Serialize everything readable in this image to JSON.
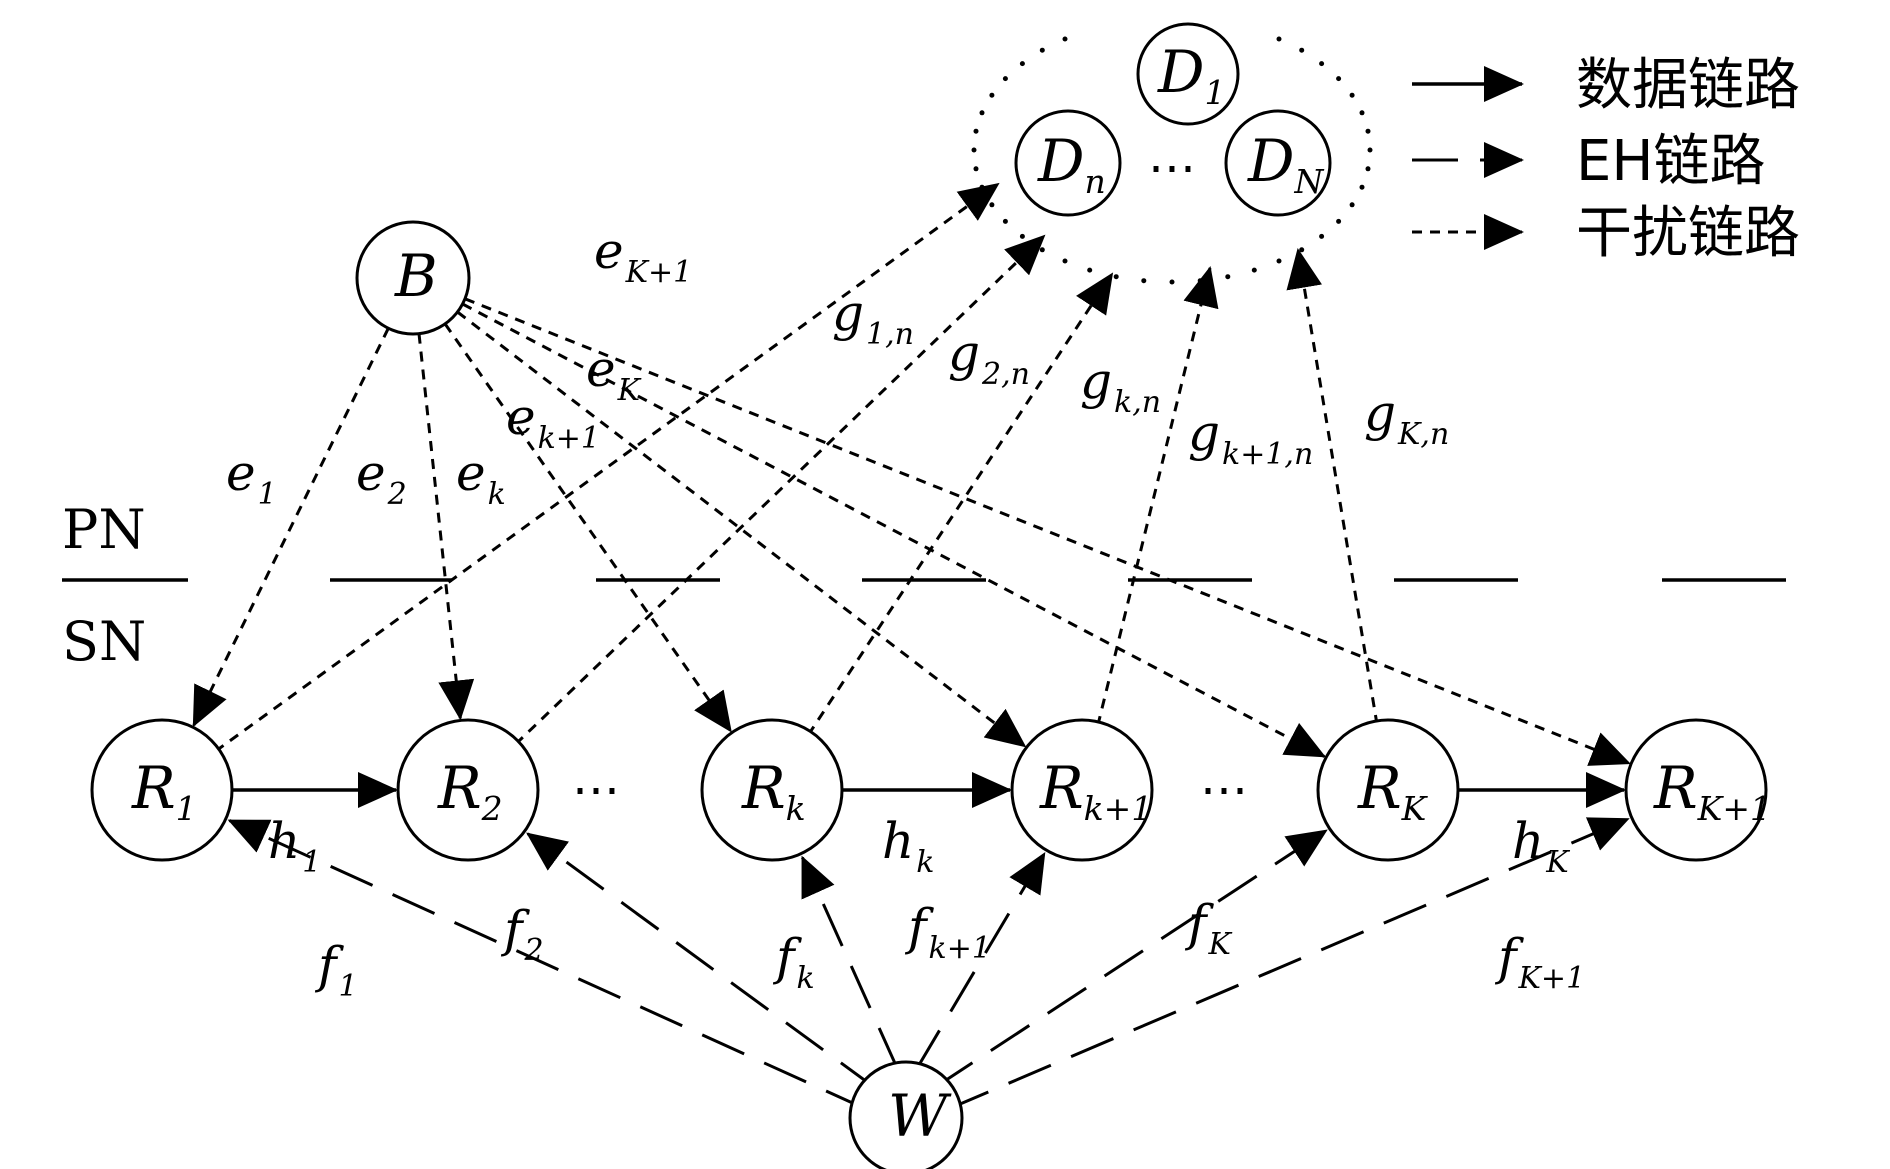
{
  "nodes": [
    {
      "id": "D1",
      "base": "D",
      "sub": "1"
    },
    {
      "id": "Dn",
      "base": "D",
      "sub": "n"
    },
    {
      "id": "DN",
      "base": "D",
      "sub": "N"
    },
    {
      "id": "B",
      "base": "B",
      "sub": ""
    },
    {
      "id": "R1",
      "base": "R",
      "sub": "1"
    },
    {
      "id": "R2",
      "base": "R",
      "sub": "2"
    },
    {
      "id": "Rk",
      "base": "R",
      "sub": "k"
    },
    {
      "id": "Rk1",
      "base": "R",
      "sub": "k+1"
    },
    {
      "id": "RK",
      "base": "R",
      "sub": "K"
    },
    {
      "id": "RK1",
      "base": "R",
      "sub": "K+1"
    },
    {
      "id": "W",
      "base": "W",
      "sub": ""
    }
  ],
  "edges": [
    {
      "from": "R1",
      "to": "R2",
      "type": "data",
      "base": "h",
      "sub": "1"
    },
    {
      "from": "Rk",
      "to": "Rk1",
      "type": "data",
      "base": "h",
      "sub": "k"
    },
    {
      "from": "RK",
      "to": "RK1",
      "type": "data",
      "base": "h",
      "sub": "K"
    },
    {
      "from": "W",
      "to": "R1",
      "type": "eh",
      "base": "f",
      "sub": "1"
    },
    {
      "from": "W",
      "to": "R2",
      "type": "eh",
      "base": "f",
      "sub": "2"
    },
    {
      "from": "W",
      "to": "Rk",
      "type": "eh",
      "base": "f",
      "sub": "k"
    },
    {
      "from": "W",
      "to": "Rk1",
      "type": "eh",
      "base": "f",
      "sub": "k+1"
    },
    {
      "from": "W",
      "to": "RK",
      "type": "eh",
      "base": "f",
      "sub": "K"
    },
    {
      "from": "W",
      "to": "RK1",
      "type": "eh",
      "base": "f",
      "sub": "K+1"
    },
    {
      "from": "B",
      "to": "R1",
      "type": "interference",
      "base": "e",
      "sub": "1"
    },
    {
      "from": "B",
      "to": "R2",
      "type": "interference",
      "base": "e",
      "sub": "2"
    },
    {
      "from": "B",
      "to": "Rk",
      "type": "interference",
      "base": "e",
      "sub": "k"
    },
    {
      "from": "B",
      "to": "Rk1",
      "type": "interference",
      "base": "e",
      "sub": "k+1"
    },
    {
      "from": "B",
      "to": "RK",
      "type": "interference",
      "base": "e",
      "sub": "K"
    },
    {
      "from": "B",
      "to": "RK1",
      "type": "interference",
      "base": "e",
      "sub": "K+1"
    },
    {
      "from": "R1",
      "to": "Dn",
      "type": "interference",
      "base": "g",
      "sub": "1,n"
    },
    {
      "from": "R2",
      "to": "Dn",
      "type": "interference",
      "base": "g",
      "sub": "2,n"
    },
    {
      "from": "Rk",
      "to": "Dn",
      "type": "interference",
      "base": "g",
      "sub": "k,n"
    },
    {
      "from": "Rk1",
      "to": "Dn",
      "type": "interference",
      "base": "g",
      "sub": "k+1,n"
    },
    {
      "from": "RK",
      "to": "Dn",
      "type": "interference",
      "base": "g",
      "sub": "K,n"
    }
  ],
  "labels": {
    "pn": "PN",
    "sn": "SN",
    "ellipsis": "⋯"
  },
  "legend": {
    "data_link": "数据链路",
    "eh_link": "EH链路",
    "interference_link": "干扰链路"
  }
}
